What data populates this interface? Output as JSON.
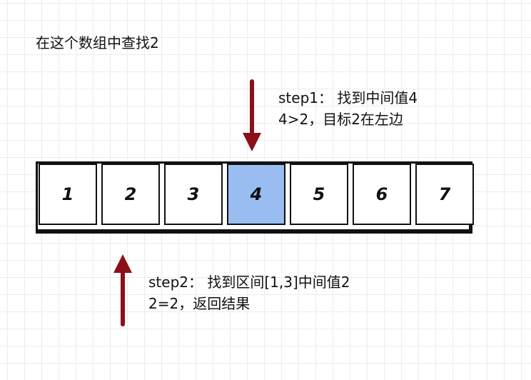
{
  "title": "在这个数组中查找2",
  "array": {
    "cells": [
      "1",
      "2",
      "3",
      "4",
      "5",
      "6",
      "7"
    ],
    "highlight_index": 3,
    "highlight_color": "#99bdf0"
  },
  "step1": {
    "line1": "step1： 找到中间值4",
    "line2": "4>2，目标2在左边"
  },
  "step2": {
    "line1": "step2： 找到区间[1,3]中间值2",
    "line2": "2=2，返回结果"
  },
  "arrows": {
    "color": "#8b1019",
    "step1_direction": "down",
    "step2_direction": "up"
  }
}
